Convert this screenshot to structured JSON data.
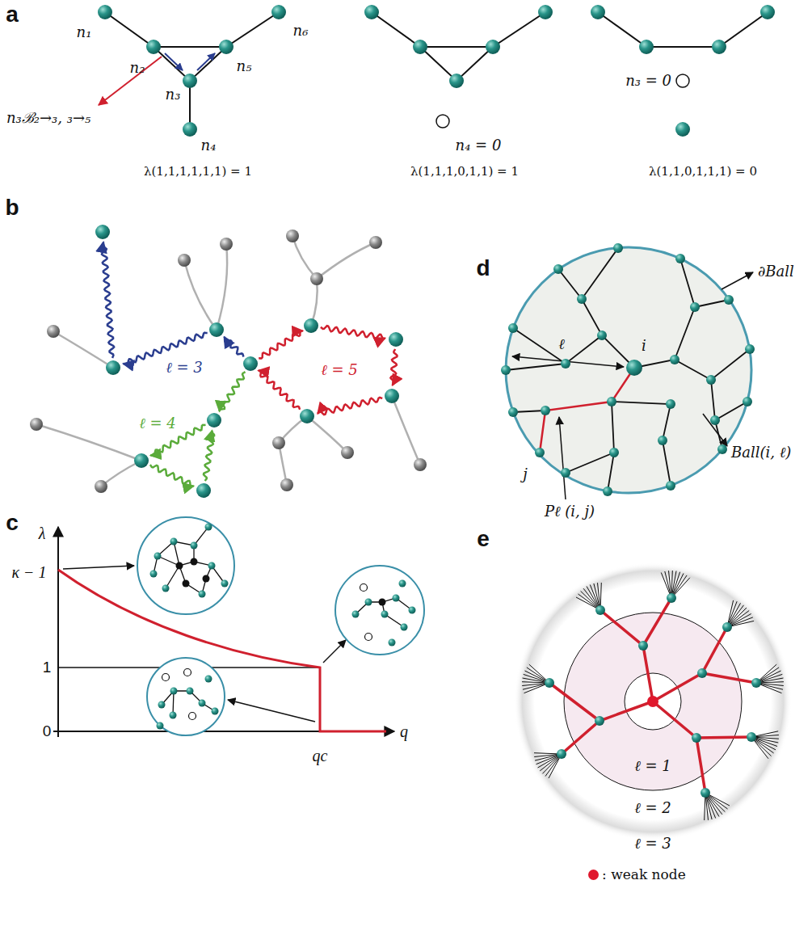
{
  "diagram": {
    "labels": [
      "a",
      "n₁",
      "n₂",
      "n₃",
      "n₄",
      "n₅",
      "n₆",
      "n₃ℬ₂→₃, ₃→₅",
      "λ(1,1,1,1,1,1) = 1",
      "n₄ = 0",
      "λ(1,1,1,0,1,1) = 1",
      "n₃ = 0",
      "λ(1,1,0,1,1,1) = 0",
      "b",
      "ℓ = 3",
      "ℓ = 5",
      "ℓ = 4",
      "c",
      "λ",
      "κ − 1",
      "1",
      "0",
      "q",
      "qc",
      "d",
      "∂Ball",
      "ℓ",
      "i",
      "j",
      "Ball(i, ℓ)",
      "Pℓ (i, j)",
      "e",
      "ℓ = 1",
      "ℓ = 2",
      "ℓ = 3"
    ],
    "legend": [
      {
        "text": ": weak node",
        "color": "#e0182d"
      }
    ]
  }
}
